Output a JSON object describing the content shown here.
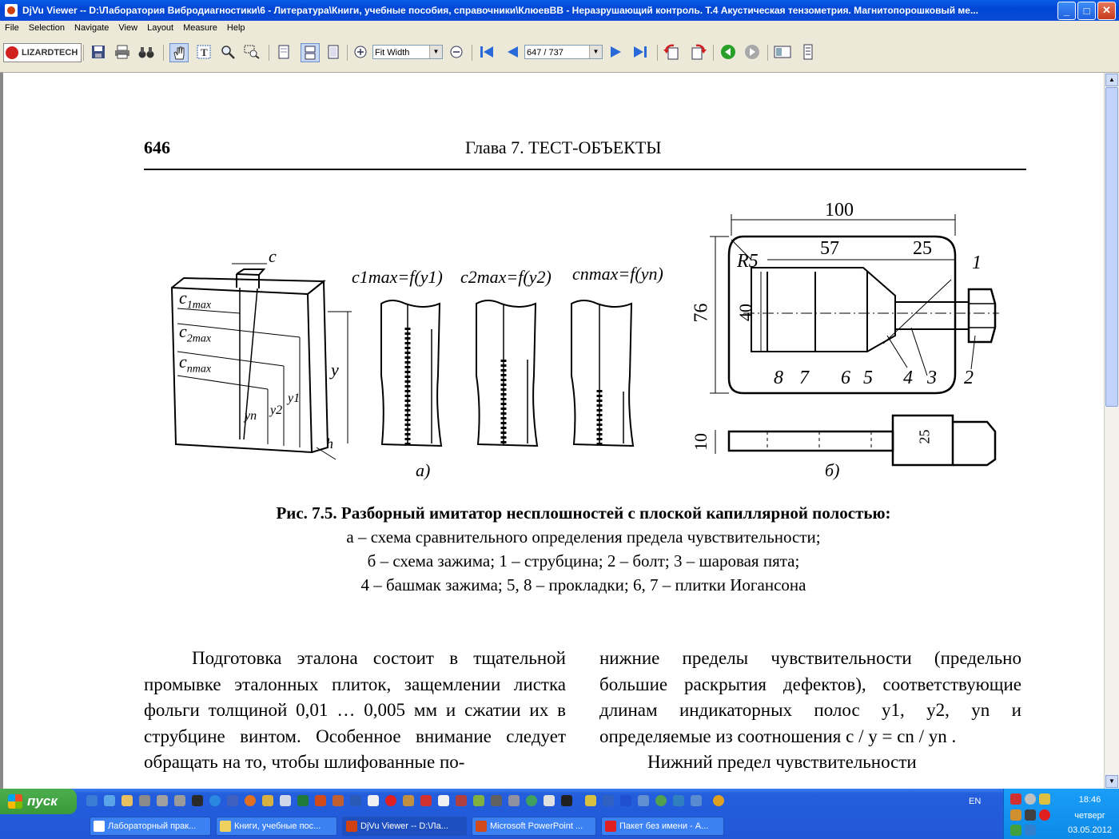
{
  "window": {
    "title": "DjVu Viewer -- D:\\Лаборатория Вибродиагностики\\6 - Литература\\Книги, учебные пособия, справочники\\КлюевВВ - Неразрушающий контроль. Т.4 Акустическая тензометрия. Магнитопорошковый ме...",
    "minimize": "_",
    "maximize": "□",
    "close": "✕"
  },
  "menu": [
    "File",
    "Selection",
    "Navigate",
    "View",
    "Layout",
    "Measure",
    "Help"
  ],
  "toolbar": {
    "logo": "LIZARDTECH",
    "zoom_value": "Fit Width",
    "page_value": "647 / 737"
  },
  "document": {
    "page_number": "646",
    "chapter": "Глава 7. ТЕСТ-ОБЪЕКТЫ",
    "figure": {
      "left": {
        "c": "c",
        "c1max": "c",
        "c1max_sub": "1max",
        "c2max": "c",
        "c2max_sub": "2max",
        "cnmax": "c",
        "cnmax_sub": "nmax",
        "y": "y",
        "h": "h",
        "yn": "yn",
        "y2": "y2",
        "y1": "y1",
        "f1": "c1max=f(y1)",
        "f2": "c2max=f(y2)",
        "fn": "cnmax=f(yn)",
        "sub_label": "а)"
      },
      "right": {
        "d100": "100",
        "d57": "57",
        "d25": "25",
        "d76": "76",
        "d40": "40",
        "r5": "R5",
        "d10": "10",
        "d25b": "25",
        "n1": "1",
        "n2": "2",
        "n3": "3",
        "n4": "4",
        "n5": "5",
        "n6": "6",
        "n7": "7",
        "n8": "8",
        "sub_label": "б)"
      }
    },
    "caption": {
      "line1": "Рис. 7.5. Разборный имитатор несплошностей с плоской капиллярной полостью:",
      "line2": "а – схема сравнительного определения предела чувствительности;",
      "line3": "б – схема зажима; 1 – струбцина; 2 – болт; 3 – шаровая пята;",
      "line4": "4 – башмак зажима; 5, 8 – прокладки; 6, 7 – плитки Иогансона"
    },
    "col1": [
      "Подготовка эталона состоит в тщательной промывке эталонных плиток, защемлении листка фольги толщиной 0,01 … 0,005 мм и сжатии их в струбцине винтом. Особенное внимание следует обращать на то, чтобы шлифованные по-"
    ],
    "col2": [
      "нижние пределы чувствительности (предельно большие раскрытия дефектов), соответствующие длинам индикаторных полос y1, y2, yn и определяемые из соотношения c / y = cn / yn .",
      "Нижний предел чувствительности"
    ]
  },
  "taskbar": {
    "start": "пуск",
    "tasks": [
      "Лабораторный прак...",
      "Книги, учебные пос...",
      "DjVu Viewer -- D:\\Ла...",
      "Microsoft PowerPoint ...",
      "Пакет без имени - А..."
    ],
    "lang": "EN",
    "time": "18:46",
    "day": "четверг",
    "date": "03.05.2012"
  }
}
